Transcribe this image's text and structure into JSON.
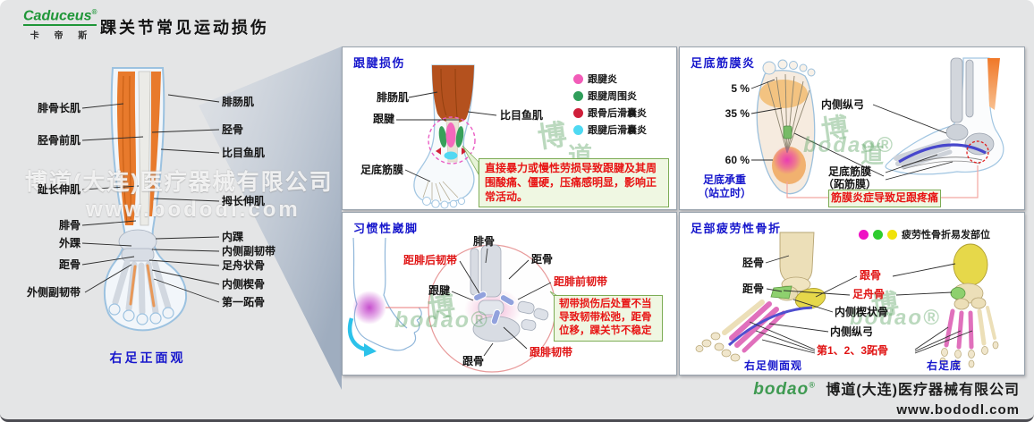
{
  "header": {
    "brand": "Caduceus",
    "reg": "®",
    "brand_cn": "卡 帝 斯",
    "title": "踝关节常见运动损伤"
  },
  "watermark": {
    "company": "博道(大连)医疗器械有限公司",
    "site": "www.bododl.com"
  },
  "green_watermark": {
    "latin": "bodao®",
    "cn1": "博",
    "cn2": "道"
  },
  "left_figure": {
    "caption": "右足正面观",
    "labels_left": [
      "腓骨长肌",
      "胫骨前肌",
      "趾长伸肌",
      "腓骨",
      "外踝",
      "距骨",
      "外侧副韧带"
    ],
    "labels_right": [
      "腓肠肌",
      "胫骨",
      "比目鱼肌",
      "拇长伸肌",
      "内踝",
      "内侧副韧带",
      "足舟状骨",
      "内侧楔骨",
      "第一跖骨"
    ]
  },
  "panels": {
    "achilles": {
      "title": "跟腱损伤",
      "labels": {
        "gastrocnemius": "腓肠肌",
        "tendon": "跟腱",
        "plantar_fascia": "足底筋膜",
        "soleus": "比目鱼肌"
      },
      "legend": [
        {
          "color": "#f25cb8",
          "label": "跟腱炎"
        },
        {
          "color": "#2f9e5a",
          "label": "跟腱周围炎"
        },
        {
          "color": "#cf1f3a",
          "label": "跟骨后滑囊炎"
        },
        {
          "color": "#4ed9f2",
          "label": "跟腱后滑囊炎"
        }
      ],
      "note": "直接暴力或慢性劳损导致跟腱及其周围酸痛、僵硬，压痛感明显，影响正常活动。"
    },
    "plantar": {
      "title": "足底筋膜炎",
      "percent_5": "5 %",
      "percent_35": "35 %",
      "percent_60": "60 %",
      "weight_line1": "足底承重",
      "weight_line2": "（站立时）",
      "labels": {
        "medial_arch": "内侧纵弓",
        "fascia_line1": "足底筋膜",
        "fascia_line2": "（跖筋膜）"
      },
      "note": "筋膜炎症导致足跟疼痛"
    },
    "sprain": {
      "title": "习惯性崴脚",
      "labels": {
        "fibula": "腓骨",
        "talus": "距骨",
        "ptfl": "距腓后韧带",
        "achilles": "跟腱",
        "atfl": "距腓前韧带",
        "cfl": "跟腓韧带",
        "calcaneus": "跟骨"
      },
      "note": "韧带损伤后处置不当导致韧带松弛，距骨位移，踝关节不稳定"
    },
    "stress": {
      "title": "足部疲劳性骨折",
      "legend_label": "疲劳性骨折易发部位",
      "legend_colors": [
        "#ee12c4",
        "#2ecc2e",
        "#f0e20a"
      ],
      "labels": {
        "tibia": "胫骨",
        "talus": "距骨",
        "calcaneus": "跟骨",
        "navicular": "足舟骨",
        "cuneiform": "内侧楔状骨",
        "arch": "内侧纵弓",
        "metatarsals": "第1、2、3跖骨"
      },
      "caption_side": "右足侧面观",
      "caption_plantar": "右足底"
    }
  },
  "footer": {
    "brand": "bodao",
    "reg": "®",
    "company": "博道(大连)医疗器械有限公司",
    "site": "www.bododl.com"
  }
}
